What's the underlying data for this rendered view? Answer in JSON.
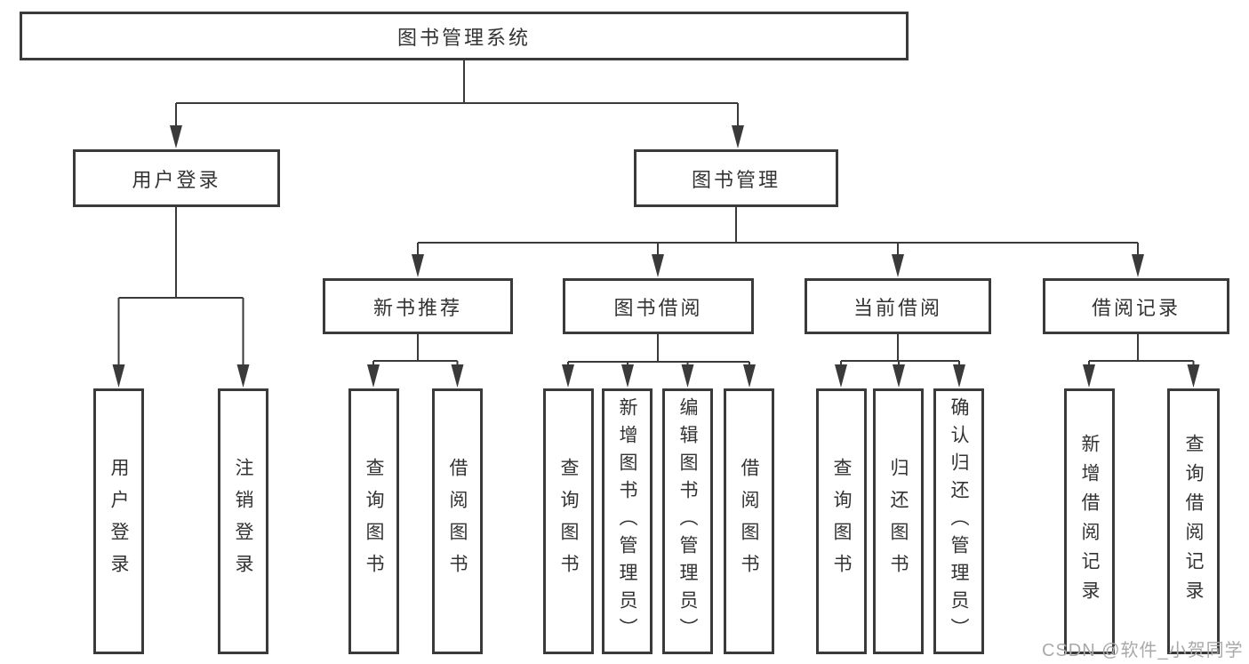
{
  "diagram": {
    "root": {
      "label": "图书管理系统"
    },
    "branches": {
      "user_login": {
        "label": "用户登录",
        "leaves": {
          "login": "用户登录",
          "logout": "注销登录"
        }
      },
      "book_mgmt": {
        "label": "图书管理"
      },
      "new_book": {
        "label": "新书推荐",
        "leaves": {
          "query": "查询图书",
          "borrow": "借阅图书"
        }
      },
      "borrowing": {
        "label": "图书借阅",
        "leaves": {
          "query": "查询图书",
          "add": "新增图书（管理员）",
          "edit": "编辑图书（管理员）",
          "borrow": "借阅图书"
        }
      },
      "current": {
        "label": "当前借阅",
        "leaves": {
          "query": "查询图书",
          "return": "归还图书",
          "confirm": "确认归还（管理员）"
        }
      },
      "records": {
        "label": "借阅记录",
        "leaves": {
          "add": "新增借阅记录",
          "query": "查询借阅记录"
        }
      }
    }
  },
  "watermark": {
    "text": "CSDN @软件_小贺同学"
  },
  "colors": {
    "line": "#3a3a3a",
    "text": "#333333",
    "background": "#ffffff",
    "watermark": "#a9a9a9"
  }
}
